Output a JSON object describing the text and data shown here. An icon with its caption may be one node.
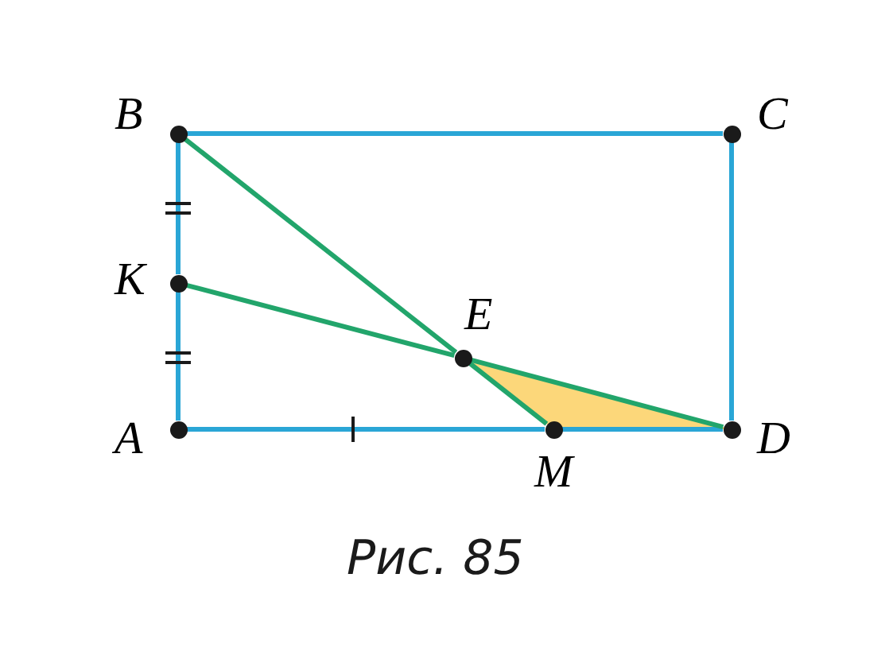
{
  "diagram": {
    "caption": "Рис. 85",
    "nodes": [
      {
        "text": [],
        "shape": "circle",
        "beside": [
          "B"
        ]
      },
      {
        "text": [],
        "shape": "circle",
        "beside": [
          "C"
        ]
      },
      {
        "text": [],
        "shape": "circle",
        "beside": [
          "K"
        ]
      },
      {
        "text": [],
        "shape": "circle",
        "beside": [
          "E"
        ]
      },
      {
        "text": [],
        "shape": "circle",
        "beside": [
          "A"
        ]
      },
      {
        "text": [],
        "shape": "circle",
        "beside": [
          "M"
        ]
      },
      {
        "text": [],
        "shape": "circle",
        "beside": [
          "D"
        ]
      }
    ],
    "edges": [
      {
        "from": 0,
        "to": 1,
        "arrow": "none"
      },
      {
        "from": 1,
        "to": 6,
        "arrow": "none"
      },
      {
        "from": 4,
        "to": 5,
        "arrow": "none"
      },
      {
        "from": 5,
        "to": 6,
        "arrow": "none"
      },
      {
        "from": 0,
        "to": 2,
        "arrow": "none"
      },
      {
        "from": 2,
        "to": 4,
        "arrow": "none"
      },
      {
        "from": 0,
        "to": 3,
        "arrow": "none",
        "color": "#22a56b"
      },
      {
        "from": 3,
        "to": 5,
        "arrow": "none",
        "color": "#22a56b"
      },
      {
        "from": 2,
        "to": 3,
        "arrow": "none",
        "color": "#22a56b"
      },
      {
        "from": 3,
        "to": 6,
        "arrow": "none",
        "color": "#22a56b"
      }
    ]
  }
}
